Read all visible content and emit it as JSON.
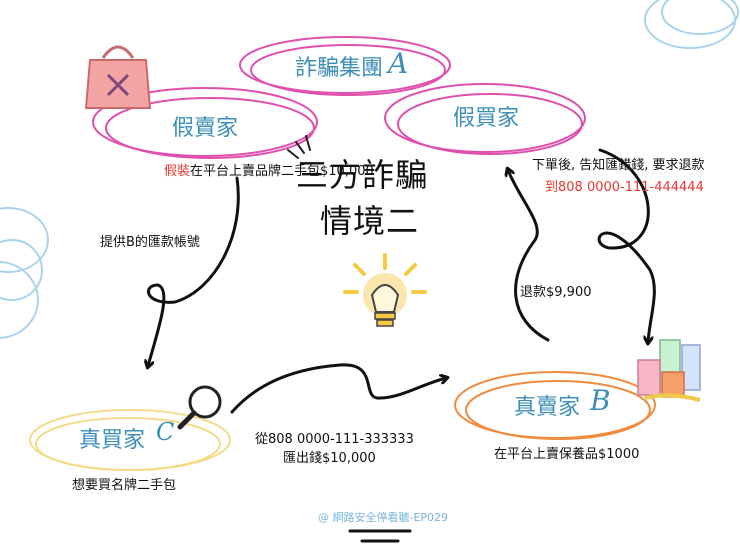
{
  "title": {
    "line1": "三方詐騙",
    "line2": "情境二"
  },
  "nodes": {
    "group": {
      "label": "詐騙集團",
      "letter": "A"
    },
    "fake_seller": {
      "label": "假賣家"
    },
    "fake_buyer": {
      "label": "假買家"
    },
    "real_buyer": {
      "label": "真買家",
      "letter": "C"
    },
    "real_seller": {
      "label": "真賣家",
      "letter": "B"
    }
  },
  "captions": {
    "fake_seller_prefix": "假裝",
    "fake_seller_rest": "在平台上賣品牌二手包$10,000",
    "provide_account": "提供B的匯款帳號",
    "fake_buyer_line1": "下單後, 告知匯錯錢, 要求退款",
    "fake_buyer_line2": "到808 0000-111-444444",
    "refund": "退款$9,900",
    "real_buyer_desc": "想要買名牌二手包",
    "transfer_line1": "從808 0000-111-333333",
    "transfer_line2": "匯出錢$10,000",
    "real_seller_desc": "在平台上賣保養品$1000"
  },
  "footer": {
    "credit": "@ 網路安全停看聽-EP029"
  },
  "colors": {
    "ellipse_pink": "#e04fae",
    "ellipse_yellow": "#f2dc8a",
    "ellipse_orange": "#f08a3c",
    "node_text": "#3d8fb8",
    "warn_red": "#e53935",
    "corner_scribble": "#a9d3ec",
    "bulb": "#f6c844"
  },
  "icons": [
    "handbag-icon",
    "magnifier-icon",
    "lightbulb-icon",
    "cosmetics-icon",
    "curved-arrow-icon"
  ]
}
